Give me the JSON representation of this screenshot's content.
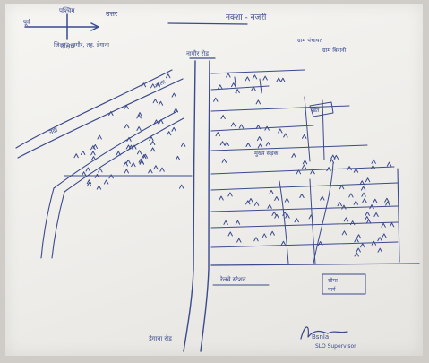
{
  "map": {
    "title": "नक्शा - नजरी",
    "north_label": "उत्तर",
    "compass_top": "पश्चिम",
    "compass_left": "पूर्व",
    "compass_bottom": "दक्षिण",
    "subtitle_left": "जिला - नागौर, तह. डेगाना",
    "subtitle_right": "ग्राम पंचायत",
    "subtitle_right_2": "ग्राम बिरानी",
    "road_top_label": "नागौर रोड",
    "river_label": "नदी",
    "drain_label": "नाला",
    "label_middle": "मुख्य सड़क",
    "label_right_box": "खेत",
    "station_label": "रेलवे स्टेशन",
    "legend_box_label": "सीमा",
    "legend_box_sub": "मार्ग",
    "road_bottom_label": "डेगाना रोड",
    "signature": "Bsnla",
    "signature_caption": "SLO Supervisor"
  },
  "colors": {
    "ink": "#3a4a8c",
    "paper": "#f2f1ee",
    "background": "#cfcbc6"
  }
}
